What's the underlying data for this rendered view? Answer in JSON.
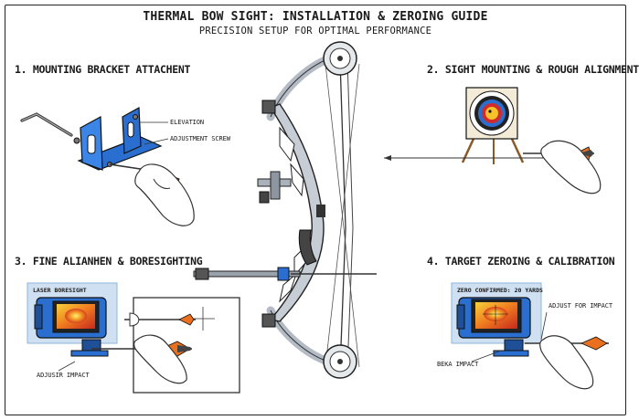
{
  "title": "THERMAL BOW SIGHT: INSTALLATION & ZEROING GUIDE",
  "subtitle": "PRECISION SETUP FOR OPTIMAL PERFORMANCE",
  "steps": [
    {
      "heading": "1. MOUNTING BRACKET ATTACHENT",
      "labels": [
        "ELEVATION",
        "ADJUSTMENT SCREW"
      ]
    },
    {
      "heading": "2. SIGHT MOUNTING & ROUGH ALIGNMENT",
      "labels": []
    },
    {
      "heading": "3. FINE ALIANHEN & BORESIGHTING",
      "labels": [
        "LASER BORESIGHT",
        "ADJUSIR IMPACT"
      ]
    },
    {
      "heading": "4. TARGET ZEROING & CALIBRATION",
      "labels": [
        "ZERO CONFIRMED: 20 YARDS",
        "ADJUST FOR IMPACT",
        "BEKA IMPACT"
      ]
    }
  ],
  "colors": {
    "blue": "#2a6fd0",
    "orange": "#e8701f",
    "ink": "#1a1a1a",
    "bow": "#b4bbc4",
    "panel": "#cfe0f2"
  }
}
